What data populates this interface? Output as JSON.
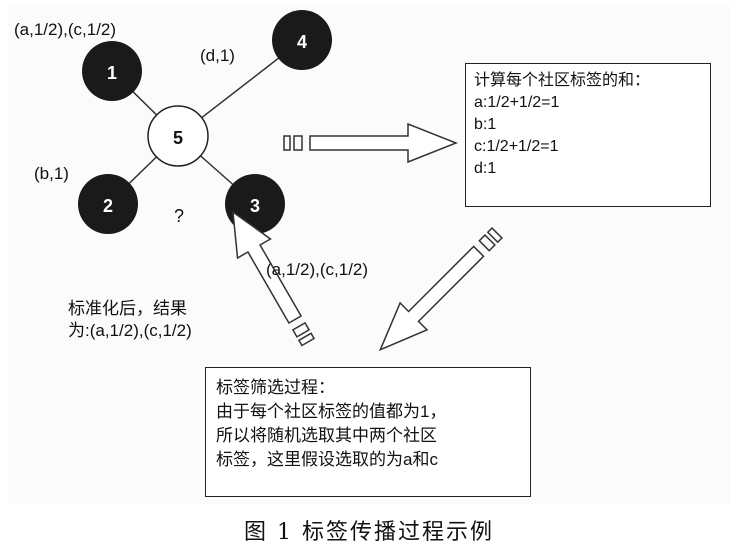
{
  "nodes": [
    {
      "id": "n1",
      "label": "1"
    },
    {
      "id": "n2",
      "label": "2"
    },
    {
      "id": "n3",
      "label": "3"
    },
    {
      "id": "n4",
      "label": "4"
    },
    {
      "id": "n5",
      "label": "5"
    }
  ],
  "edge_labels": {
    "n1": "(a,1/2),(c,1/2)",
    "n4": "(d,1)",
    "n2": "(b,1)"
  },
  "unknown_mark": "?",
  "sum_box": {
    "lines": [
      "计算每个社区标签的和：",
      "a:1/2+1/2=1",
      "b:1",
      "c:1/2+1/2=1",
      "d:1"
    ]
  },
  "filter_box": {
    "lines": [
      "标签筛选过程：",
      "由于每个社区标签的值都为1，",
      "所以将随机选取其中两个社区",
      "标签，这里假设选取的为a和c"
    ]
  },
  "arrow_label": "(a,1/2),(c,1/2)",
  "normalize_note": {
    "lines": [
      "标准化后，结果",
      "为:(a,1/2),(c,1/2)"
    ]
  },
  "caption": "图 1    标签传播过程示例"
}
